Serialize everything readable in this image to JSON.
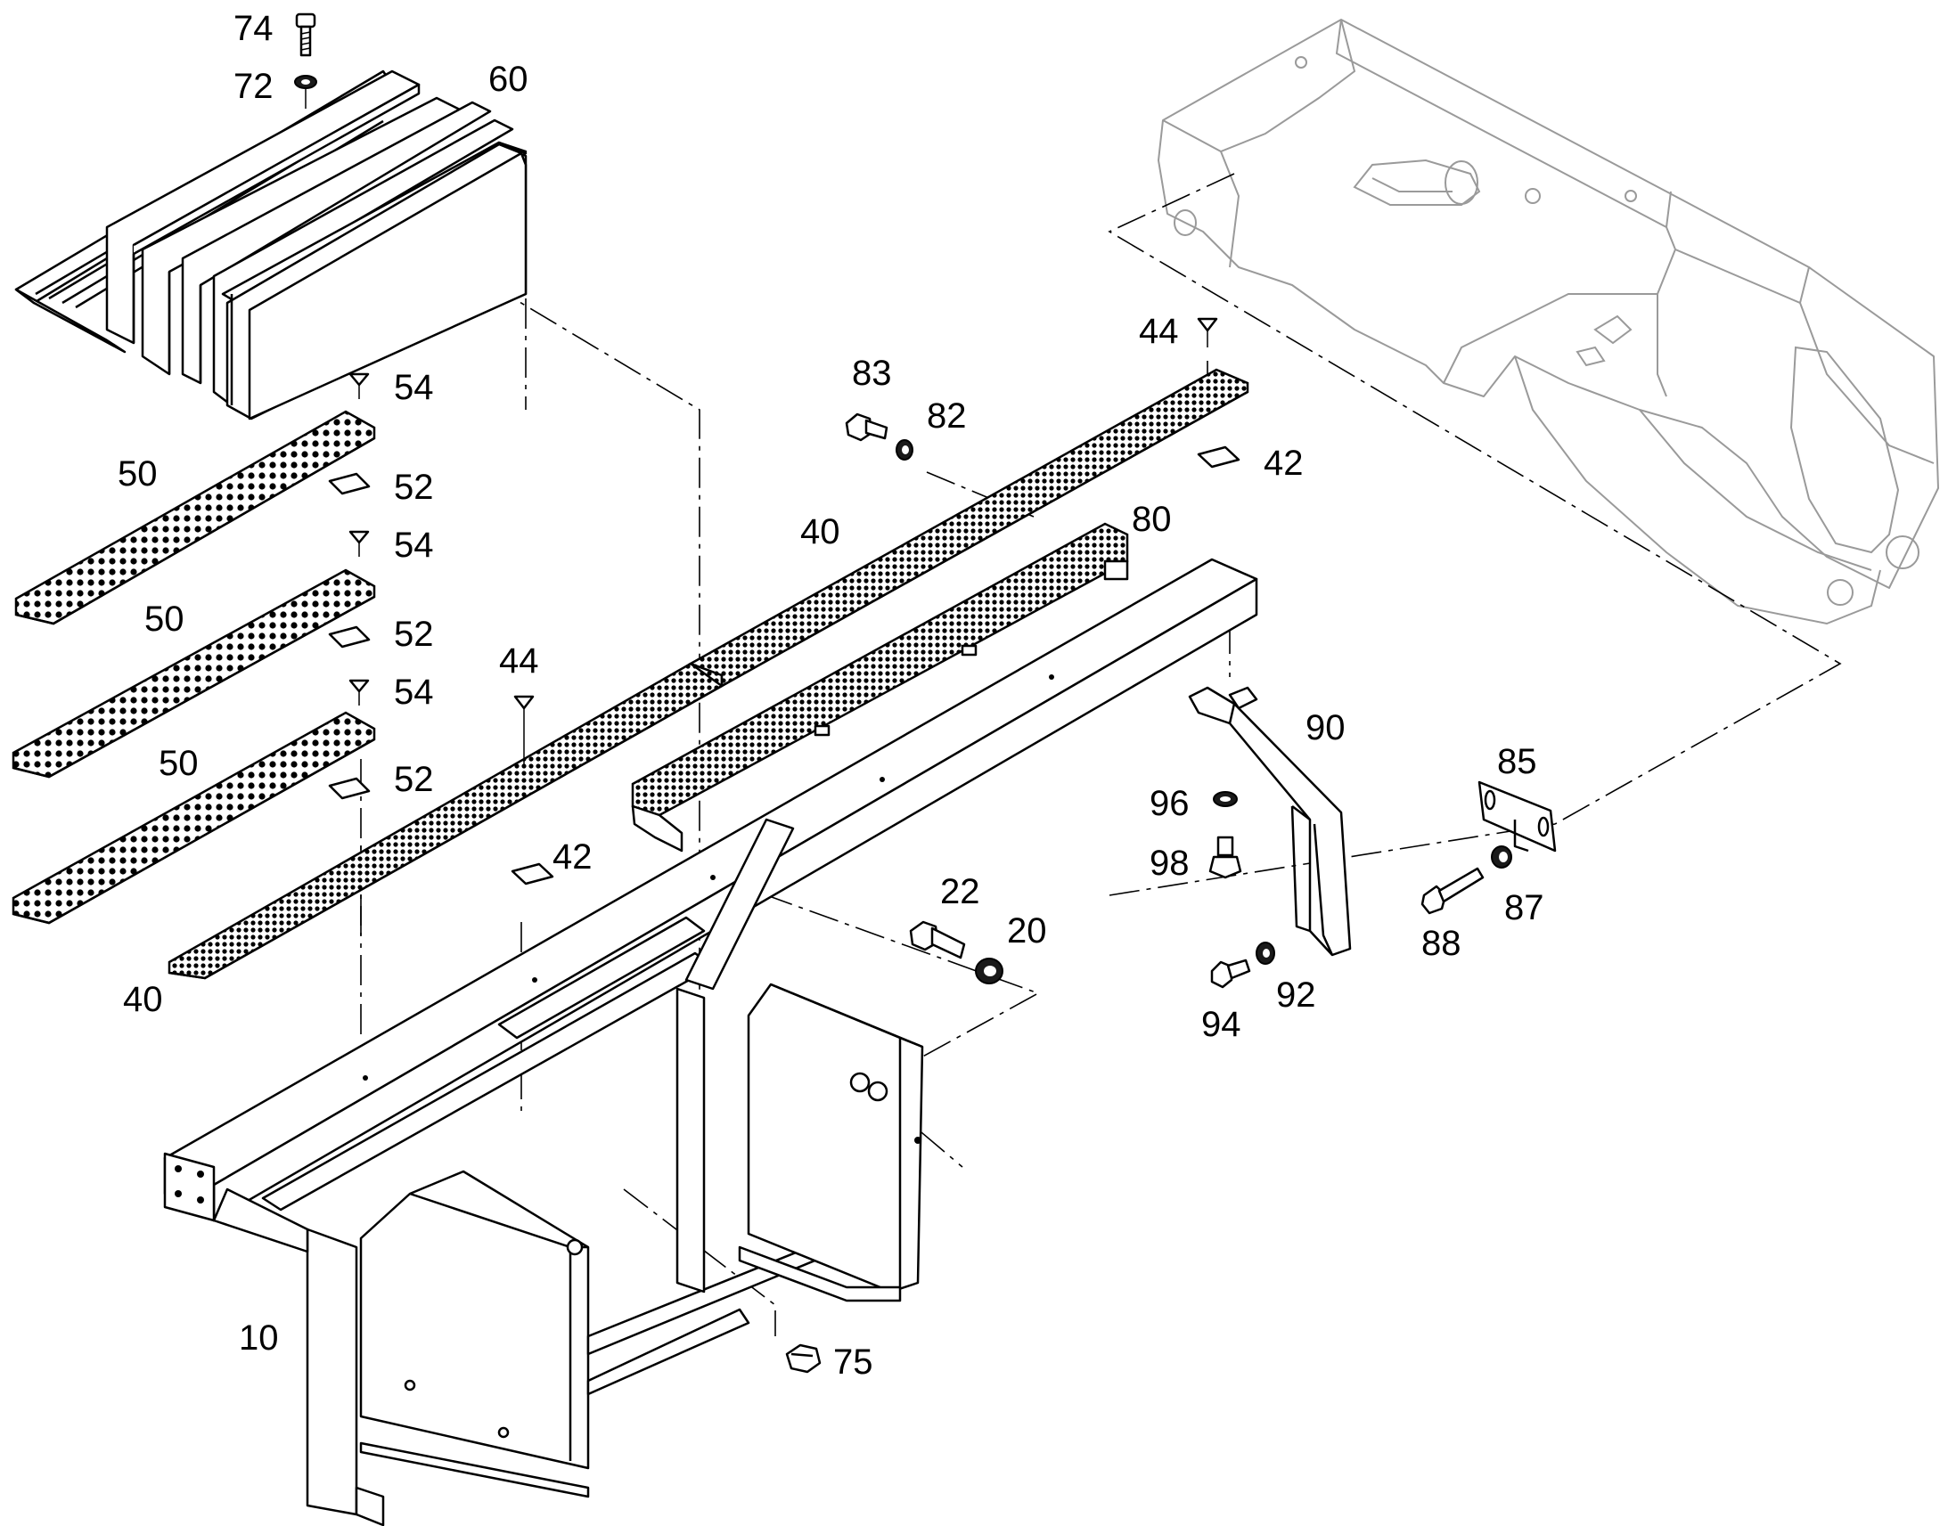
{
  "diagram": {
    "callouts": [
      {
        "id": "c74",
        "text": "74"
      },
      {
        "id": "c72",
        "text": "72"
      },
      {
        "id": "c60",
        "text": "60"
      },
      {
        "id": "c54a",
        "text": "54"
      },
      {
        "id": "c50a",
        "text": "50"
      },
      {
        "id": "c52a",
        "text": "52"
      },
      {
        "id": "c54b",
        "text": "54"
      },
      {
        "id": "c50b",
        "text": "50"
      },
      {
        "id": "c52b",
        "text": "52"
      },
      {
        "id": "c54c",
        "text": "54"
      },
      {
        "id": "c50c",
        "text": "50"
      },
      {
        "id": "c52c",
        "text": "52"
      },
      {
        "id": "c44a",
        "text": "44"
      },
      {
        "id": "c42a",
        "text": "42"
      },
      {
        "id": "c40a",
        "text": "40"
      },
      {
        "id": "c83",
        "text": "83"
      },
      {
        "id": "c82",
        "text": "82"
      },
      {
        "id": "c40b",
        "text": "40"
      },
      {
        "id": "c80",
        "text": "80"
      },
      {
        "id": "c44b",
        "text": "44"
      },
      {
        "id": "c42b",
        "text": "42"
      },
      {
        "id": "c90",
        "text": "90"
      },
      {
        "id": "c96",
        "text": "96"
      },
      {
        "id": "c98",
        "text": "98"
      },
      {
        "id": "c85",
        "text": "85"
      },
      {
        "id": "c87",
        "text": "87"
      },
      {
        "id": "c88",
        "text": "88"
      },
      {
        "id": "c92",
        "text": "92"
      },
      {
        "id": "c94",
        "text": "94"
      },
      {
        "id": "c22",
        "text": "22"
      },
      {
        "id": "c20",
        "text": "20"
      },
      {
        "id": "c10",
        "text": "10"
      },
      {
        "id": "c75",
        "text": "75"
      }
    ]
  }
}
